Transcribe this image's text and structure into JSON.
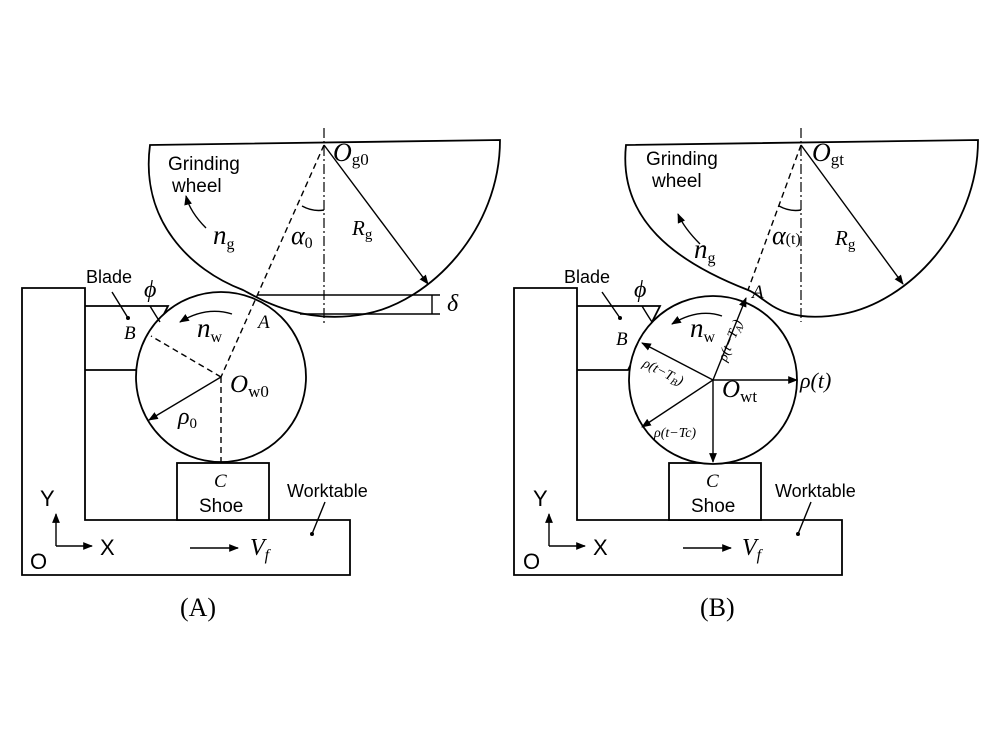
{
  "panel_a": {
    "caption": "(A)",
    "grinding_wheel": "Grinding",
    "grinding_wheel_2": "wheel",
    "blade": "Blade",
    "worktable": "Worktable",
    "shoe": "Shoe",
    "axis_x": "X",
    "axis_y": "Y",
    "origin": "O",
    "point_a": "A",
    "point_b": "B",
    "point_c": "C",
    "phi": "ϕ",
    "n_g": "n",
    "n_g_sub": "g",
    "n_w": "n",
    "n_w_sub": "w",
    "o_g": "O",
    "o_g_sub": "g0",
    "o_w": "O",
    "o_w_sub": "w0",
    "alpha": "α",
    "alpha_sub": "0",
    "r_g": "R",
    "r_g_sub": "g",
    "rho": "ρ",
    "rho_sub": "0",
    "delta": "δ",
    "v_f": "V",
    "v_f_sub": "f"
  },
  "panel_b": {
    "caption": "(B)",
    "grinding_wheel": "Grinding",
    "grinding_wheel_2": "wheel",
    "blade": "Blade",
    "worktable": "Worktable",
    "shoe": "Shoe",
    "axis_x": "X",
    "axis_y": "Y",
    "origin": "O",
    "point_a": "A",
    "point_b": "B",
    "point_c": "C",
    "phi": "ϕ",
    "n_g": "n",
    "n_g_sub": "g",
    "n_w": "n",
    "n_w_sub": "w",
    "o_g": "O",
    "o_g_sub": "gt",
    "o_w": "O",
    "o_w_sub": "wt",
    "alpha": "α",
    "alpha_sub": "(t)",
    "r_g": "R",
    "r_g_sub": "g",
    "rho_t": "ρ(t)",
    "rho_ta": "ρ(t−T",
    "rho_ta_sub": "A",
    "rho_ta_close": ")",
    "rho_tb": "ρ(t−T",
    "rho_tb_sub": "B",
    "rho_tb_close": ")",
    "rho_tc": "ρ(t−Tc)",
    "v_f": "V",
    "v_f_sub": "f"
  }
}
